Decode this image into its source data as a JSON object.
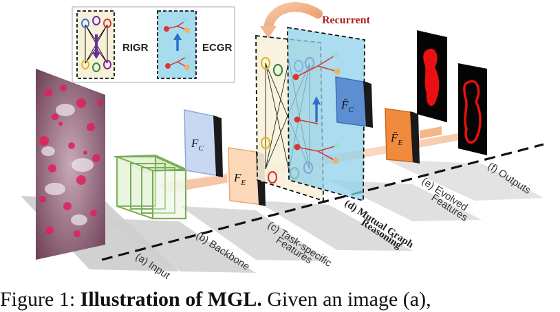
{
  "legend": {
    "rigr_label": "RIGR",
    "ecgr_label": "ECGR"
  },
  "recurrent_label": "Recurrent",
  "stages": {
    "a": "(a) Input",
    "b": "(b) Backbone",
    "c_line1": "(c) Task-specific",
    "c_line2": "Features",
    "d_line1": "(d) Mutual Graph",
    "d_line2": "Reasoning",
    "e_line1": "(e) Evolved",
    "e_line2": "Features",
    "f": "(f) Outputs"
  },
  "features": {
    "fc": "F",
    "fc_sub": "C",
    "fe": "F",
    "fe_sub": "E",
    "fc_evolved": "F̆",
    "fc_evolved_sub": "C",
    "fe_evolved": "F̆",
    "fe_evolved_sub": "E"
  },
  "caption": {
    "prefix": "Figure 1:",
    "bold": "Illustration of MGL.",
    "rest": "Given an image (a),"
  },
  "colors": {
    "backbone_green": "#7fb35a",
    "fc_blue": "#a9c4ea",
    "fe_peach": "#fbd9b8",
    "fe_orange": "#f08a3c",
    "ecgr_cyan": "#a7dcef",
    "rigr_cream": "#f7f1da",
    "recurrent_red": "#b01e1e",
    "output_red": "#e81010"
  }
}
